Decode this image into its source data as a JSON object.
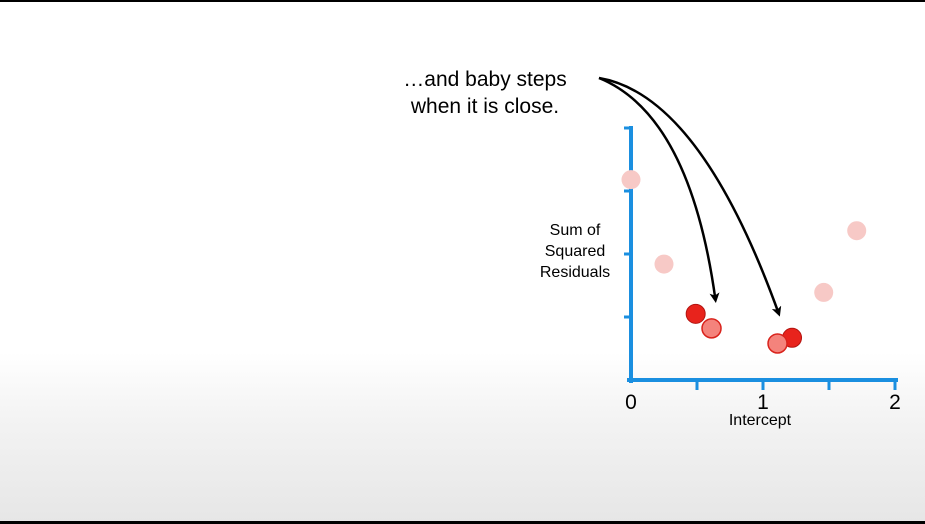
{
  "callout": {
    "line1": "…and baby steps",
    "line2": "when it is close."
  },
  "chart_data": {
    "type": "scatter",
    "xlabel": "Intercept",
    "ylabel_lines": [
      "Sum of",
      "Squared",
      "Residuals"
    ],
    "x_ticks": [
      "0",
      "1",
      "2"
    ],
    "xlim": [
      0,
      2
    ],
    "ylim": [
      0,
      4
    ],
    "grid": false,
    "colors": {
      "axis": "#1a8fe0",
      "faded_point": "#f7c9c6",
      "current_point": "#e8231c",
      "next_point": "#f4837c",
      "next_point_edge": "#d9231c",
      "arrow": "#000000"
    },
    "series": [
      {
        "role": "faded",
        "points": [
          {
            "x": 0.0,
            "y": 3.18
          },
          {
            "x": 0.25,
            "y": 1.84
          },
          {
            "x": 1.46,
            "y": 1.39
          },
          {
            "x": 1.71,
            "y": 2.37
          }
        ]
      },
      {
        "role": "current",
        "points": [
          {
            "x": 0.49,
            "y": 1.05
          },
          {
            "x": 1.22,
            "y": 0.67
          }
        ]
      },
      {
        "role": "next",
        "points": [
          {
            "x": 0.61,
            "y": 0.82
          },
          {
            "x": 1.11,
            "y": 0.58
          }
        ]
      }
    ],
    "arrows": [
      {
        "to": {
          "x": 0.64,
          "y": 1.27
        }
      },
      {
        "to": {
          "x": 1.12,
          "y": 1.05
        }
      }
    ]
  }
}
